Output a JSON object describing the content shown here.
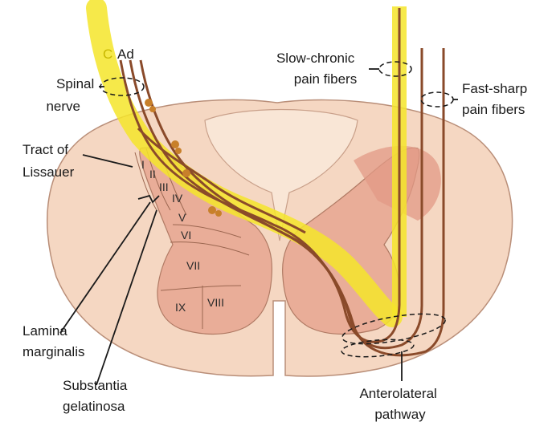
{
  "colors": {
    "background": "#ffffff",
    "cord_white_matter": "#f5d7c2",
    "cord_outline": "#b98e78",
    "dorsal_column": "#f9e6d6",
    "gray_matter": "#e9ad98",
    "ventral_horn_dark": "#e29a86",
    "lamina_fill": "#e0a188",
    "nerve_fiber": "#8a4a2a",
    "pathway_highlight": "#f5e52a",
    "label_text": "#1a1a1a",
    "fiber_C_label": "#c8b800",
    "fiber_Ad_label": "#1a1a1a"
  },
  "fiber_labels": {
    "c": "C",
    "ad": "Ad"
  },
  "labels": {
    "spinal_nerve": [
      "Spinal",
      "nerve"
    ],
    "tract_of_lissauer": [
      "Tract of",
      "Lissauer"
    ],
    "lamina_marginalis": [
      "Lamina",
      "marginalis"
    ],
    "substantia_gelatinosa": [
      "Substantia",
      "gelatinosa"
    ],
    "slow_chronic": [
      "Slow-chronic",
      "pain fibers"
    ],
    "fast_sharp": [
      "Fast-sharp",
      "pain fibers"
    ],
    "anterolateral": [
      "Anterolateral",
      "pathway"
    ]
  },
  "laminae": [
    "I",
    "II",
    "III",
    "IV",
    "V",
    "VI",
    "VII",
    "VIII",
    "IX"
  ]
}
